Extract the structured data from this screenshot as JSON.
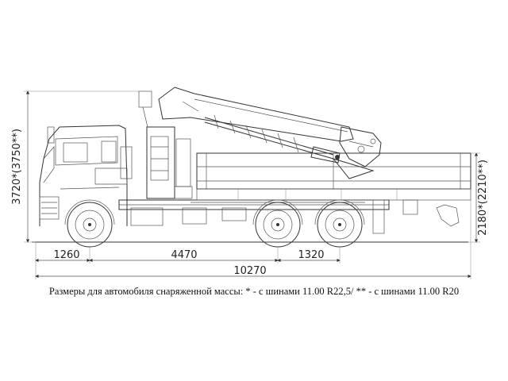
{
  "dimensions": {
    "front_overhang": "1260",
    "wheelbase": "4470",
    "rear_axle_spacing": "1320",
    "overall_length": "10270",
    "overall_height": "3720*(3750**)",
    "platform_height": "2180*(2210**)"
  },
  "caption": "Размеры для автомобиля снаряженной массы: * - с шинами 11.00 R22,5/ ** - с шинами 11.00 R20"
}
